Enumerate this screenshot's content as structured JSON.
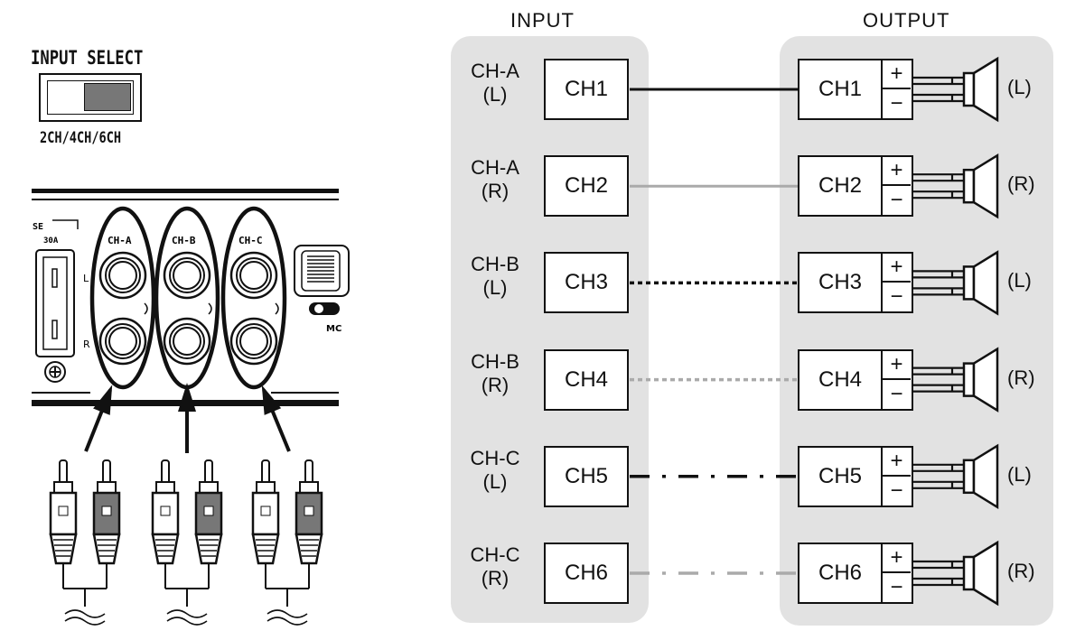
{
  "input_select": {
    "title": "INPUT SELECT",
    "modes": "2CH/4CH/6CH"
  },
  "amp_panel": {
    "fuse_label": "SE",
    "fuse_rating": "30A",
    "groups": [
      "CH-A",
      "CH-B",
      "CH-C"
    ],
    "row_letters": [
      "L",
      "R"
    ],
    "partial_label": "MC"
  },
  "headers": {
    "input": "INPUT",
    "output": "OUTPUT"
  },
  "channels": [
    {
      "input_line1": "CH-A",
      "input_line2": "(L)",
      "box": "CH1",
      "speaker_side": "(L)",
      "line_style": "solid",
      "line_color": "#111111"
    },
    {
      "input_line1": "CH-A",
      "input_line2": "(R)",
      "box": "CH2",
      "speaker_side": "(R)",
      "line_style": "solid",
      "line_color": "#aaaaaa"
    },
    {
      "input_line1": "CH-B",
      "input_line2": "(L)",
      "box": "CH3",
      "speaker_side": "(L)",
      "line_style": "dotted",
      "line_color": "#111111"
    },
    {
      "input_line1": "CH-B",
      "input_line2": "(R)",
      "box": "CH4",
      "speaker_side": "(R)",
      "line_style": "dotted",
      "line_color": "#aaaaaa"
    },
    {
      "input_line1": "CH-C",
      "input_line2": "(L)",
      "box": "CH5",
      "speaker_side": "(L)",
      "line_style": "dashdot",
      "line_color": "#111111"
    },
    {
      "input_line1": "CH-C",
      "input_line2": "(R)",
      "box": "CH6",
      "speaker_side": "(R)",
      "line_style": "dashdot",
      "line_color": "#aaaaaa"
    }
  ],
  "terminals": {
    "plus": "+",
    "minus": "−"
  },
  "colors": {
    "panel_bg": "#e2e2e2",
    "line_dark": "#111111",
    "line_light": "#aaaaaa",
    "switch_knob": "#777777"
  }
}
